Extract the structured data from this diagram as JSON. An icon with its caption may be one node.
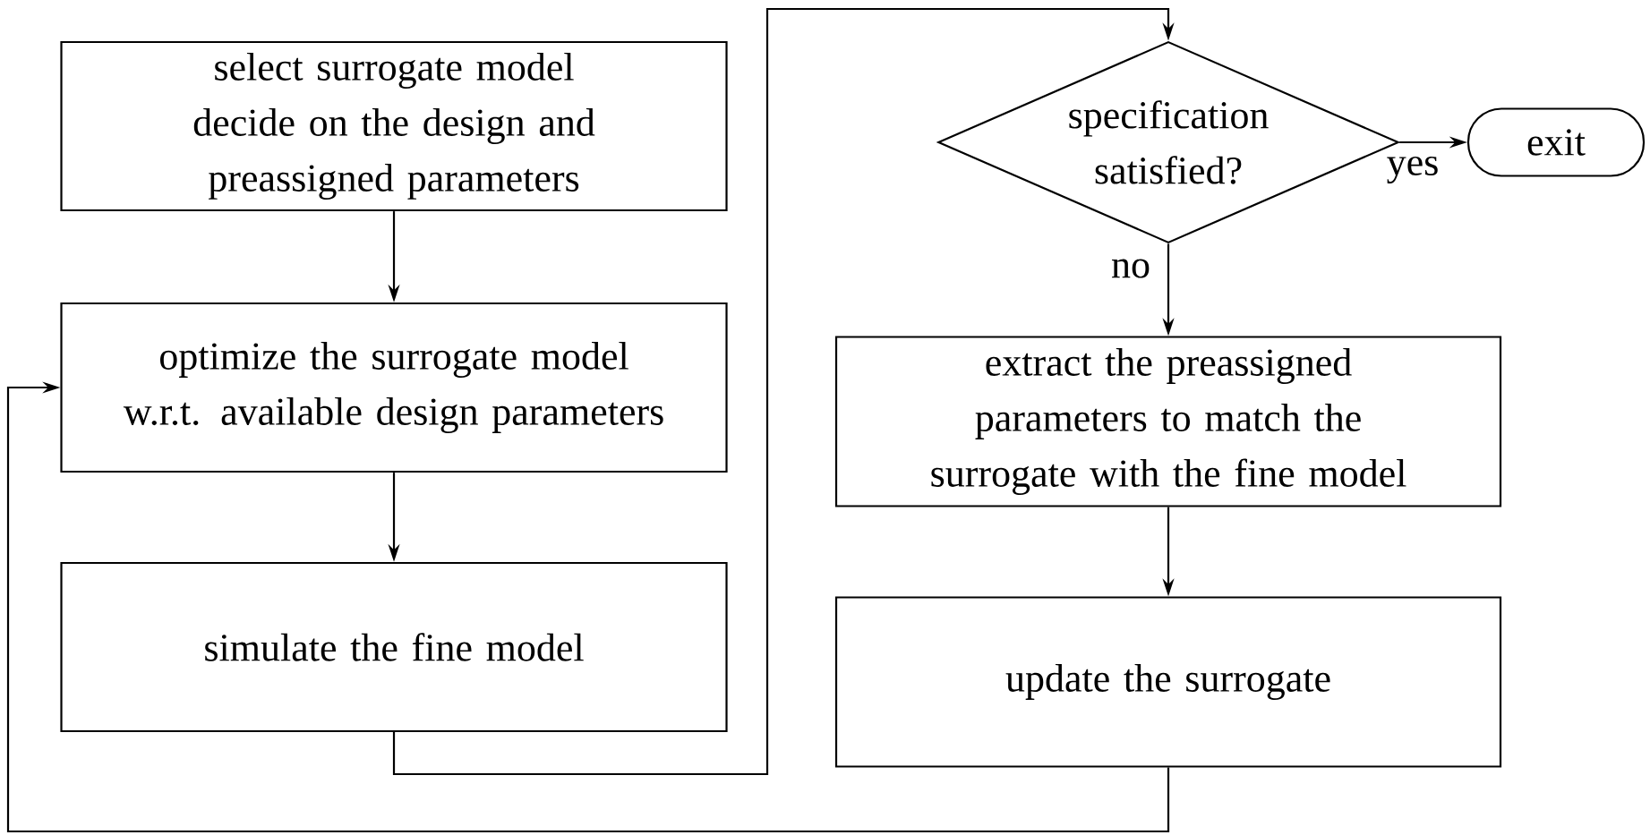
{
  "diagram": {
    "nodes": [
      {
        "text": [
          "select surrogate model decide on the design and preassigned parameters"
        ]
      },
      {
        "text": [
          "optimize the surrogate model w.r.t. available design parameters"
        ]
      },
      {
        "text": [
          "simulate the fine model"
        ]
      },
      {
        "text": [
          "specification satisfied?"
        ]
      },
      {
        "text": [
          "exit"
        ]
      },
      {
        "text": [
          "extract the preassigned parameters to match the surrogate with the fine model"
        ]
      },
      {
        "text": [
          "update the surrogate"
        ]
      }
    ],
    "edges": [
      {
        "from": 0,
        "to": 1,
        "arrow": "to"
      },
      {
        "from": 1,
        "to": 2,
        "arrow": "to"
      },
      {
        "from": 2,
        "to": 3,
        "arrow": "to"
      },
      {
        "from": 3,
        "to": 4,
        "arrow": "to",
        "label": "yes"
      },
      {
        "from": 3,
        "to": 5,
        "arrow": "to",
        "label": "no"
      },
      {
        "from": 5,
        "to": 6,
        "arrow": "to"
      },
      {
        "from": 6,
        "to": 1,
        "arrow": "to"
      }
    ]
  }
}
